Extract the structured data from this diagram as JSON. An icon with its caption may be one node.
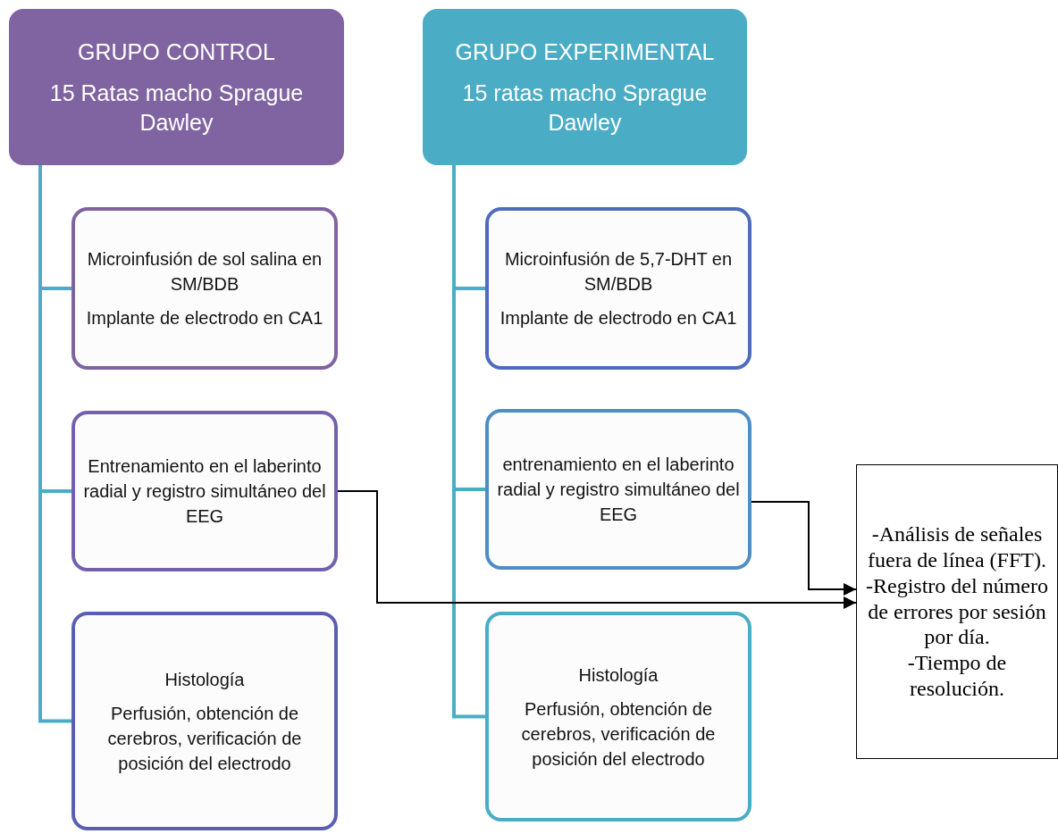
{
  "diagram": {
    "nodes": [
      {
        "text": [
          "GRUPO CONTROL",
          "15 Ratas macho Sprague Dawley"
        ]
      },
      {
        "text": [
          "Microinfusión de sol salina en SM/BDB",
          "Implante de electrodo en CA1"
        ]
      },
      {
        "text": [
          "Entrenamiento en el laberinto radial y registro simultáneo del EEG"
        ]
      },
      {
        "text": [
          "Histología",
          "Perfusión, obtención de cerebros, verificación de posición del electrodo"
        ]
      },
      {
        "text": [
          "GRUPO EXPERIMENTAL",
          "15 ratas macho Sprague Dawley"
        ]
      },
      {
        "text": [
          "Microinfusión de 5,7-DHT en SM/BDB",
          "Implante de electrodo en CA1"
        ]
      },
      {
        "text": [
          "entrenamiento en el laberinto radial y registro simultáneo del EEG"
        ]
      },
      {
        "text": [
          "Histología",
          "Perfusión, obtención de cerebros, verificación de posición del electrodo"
        ]
      },
      {
        "text": [
          "-Análisis de señales fuera de línea (FFT).",
          "-Registro del número de errores por sesión por día.",
          "-Tiempo de resolución."
        ]
      }
    ],
    "edges": [
      {
        "from": 0,
        "to": 1,
        "arrow": "none"
      },
      {
        "from": 0,
        "to": 2,
        "arrow": "none"
      },
      {
        "from": 0,
        "to": 3,
        "arrow": "none"
      },
      {
        "from": 4,
        "to": 5,
        "arrow": "none"
      },
      {
        "from": 4,
        "to": 6,
        "arrow": "none"
      },
      {
        "from": 4,
        "to": 7,
        "arrow": "none"
      },
      {
        "from": 2,
        "to": 8,
        "arrow": "to",
        "color": "#000000"
      },
      {
        "from": 6,
        "to": 8,
        "arrow": "to",
        "color": "#000000"
      }
    ]
  }
}
